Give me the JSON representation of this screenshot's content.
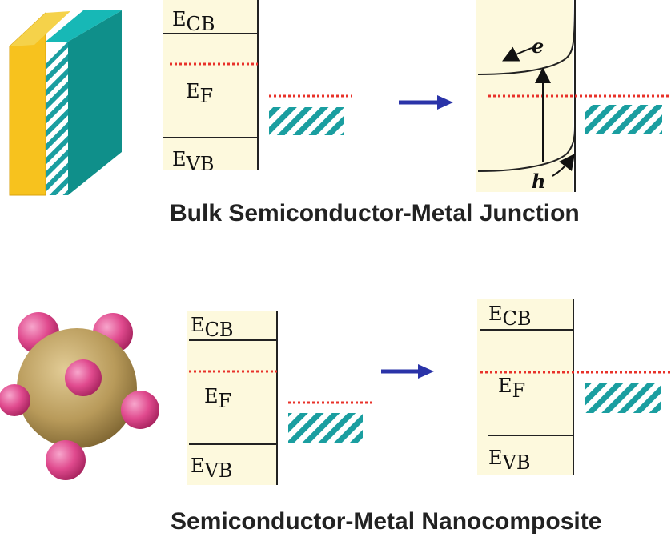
{
  "colors": {
    "panel_fill": "#fdf9dd",
    "fermi_dot": "#e8322a",
    "hatch_teal": "#1a9ea0",
    "arrow_blue": "#2a33a8",
    "slab_gold": "#f7c21e",
    "slab_teal": "#0f8f8a",
    "slab_teal_top": "#17b8b6",
    "sphere_tan": "#b89a5a",
    "sphere_pink": "#e04a8e"
  },
  "bulk": {
    "caption": "Bulk Semiconductor-Metal Junction",
    "before": {
      "ecb_main": "E",
      "ecb_sub": "CB",
      "ef_main": "E",
      "ef_sub": "F",
      "evb_main": "E",
      "evb_sub": "VB"
    },
    "after": {
      "electron": "e",
      "hole": "h"
    }
  },
  "nano": {
    "caption": "Semiconductor-Metal Nanocomposite",
    "before": {
      "ecb_main": "E",
      "ecb_sub": "CB",
      "ef_main": "E",
      "ef_sub": "F",
      "evb_main": "E",
      "evb_sub": "VB"
    },
    "after": {
      "ecb_main": "E",
      "ecb_sub": "CB",
      "ef_main": "E",
      "ef_sub": "F",
      "evb_main": "E",
      "evb_sub": "VB"
    }
  }
}
